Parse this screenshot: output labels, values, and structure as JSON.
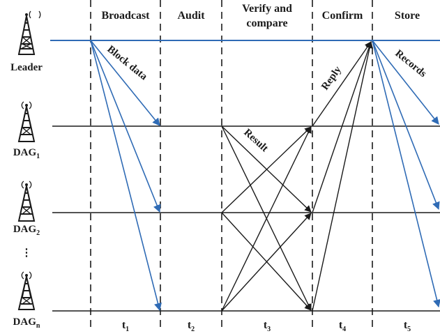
{
  "phases": [
    "Broadcast",
    "Audit",
    "Verify and compare",
    "Confirm",
    "Store"
  ],
  "verify_line1": "Verify and",
  "verify_line2": "compare",
  "nodes": {
    "leader": "Leader",
    "dag1_base": "DAG",
    "dag1_sub": "1",
    "dag2_base": "DAG",
    "dag2_sub": "2",
    "dagn_base": "DAG",
    "dagn_sub": "n",
    "ellipsis": "⋮"
  },
  "messages": {
    "block_data": "Block data",
    "result": "Result",
    "reply": "Reply",
    "records": "Records"
  },
  "times": {
    "t1": {
      "base": "t",
      "sub": "1"
    },
    "t2": {
      "base": "t",
      "sub": "2"
    },
    "t3": {
      "base": "t",
      "sub": "3"
    },
    "t4": {
      "base": "t",
      "sub": "4"
    },
    "t5": {
      "base": "t",
      "sub": "5"
    }
  },
  "colors": {
    "leader_line": "#2f6bb5",
    "blue_arrow": "#2f6bb5",
    "black_arrow": "#1a1a1a",
    "dashed_line": "#1a1a1a"
  }
}
